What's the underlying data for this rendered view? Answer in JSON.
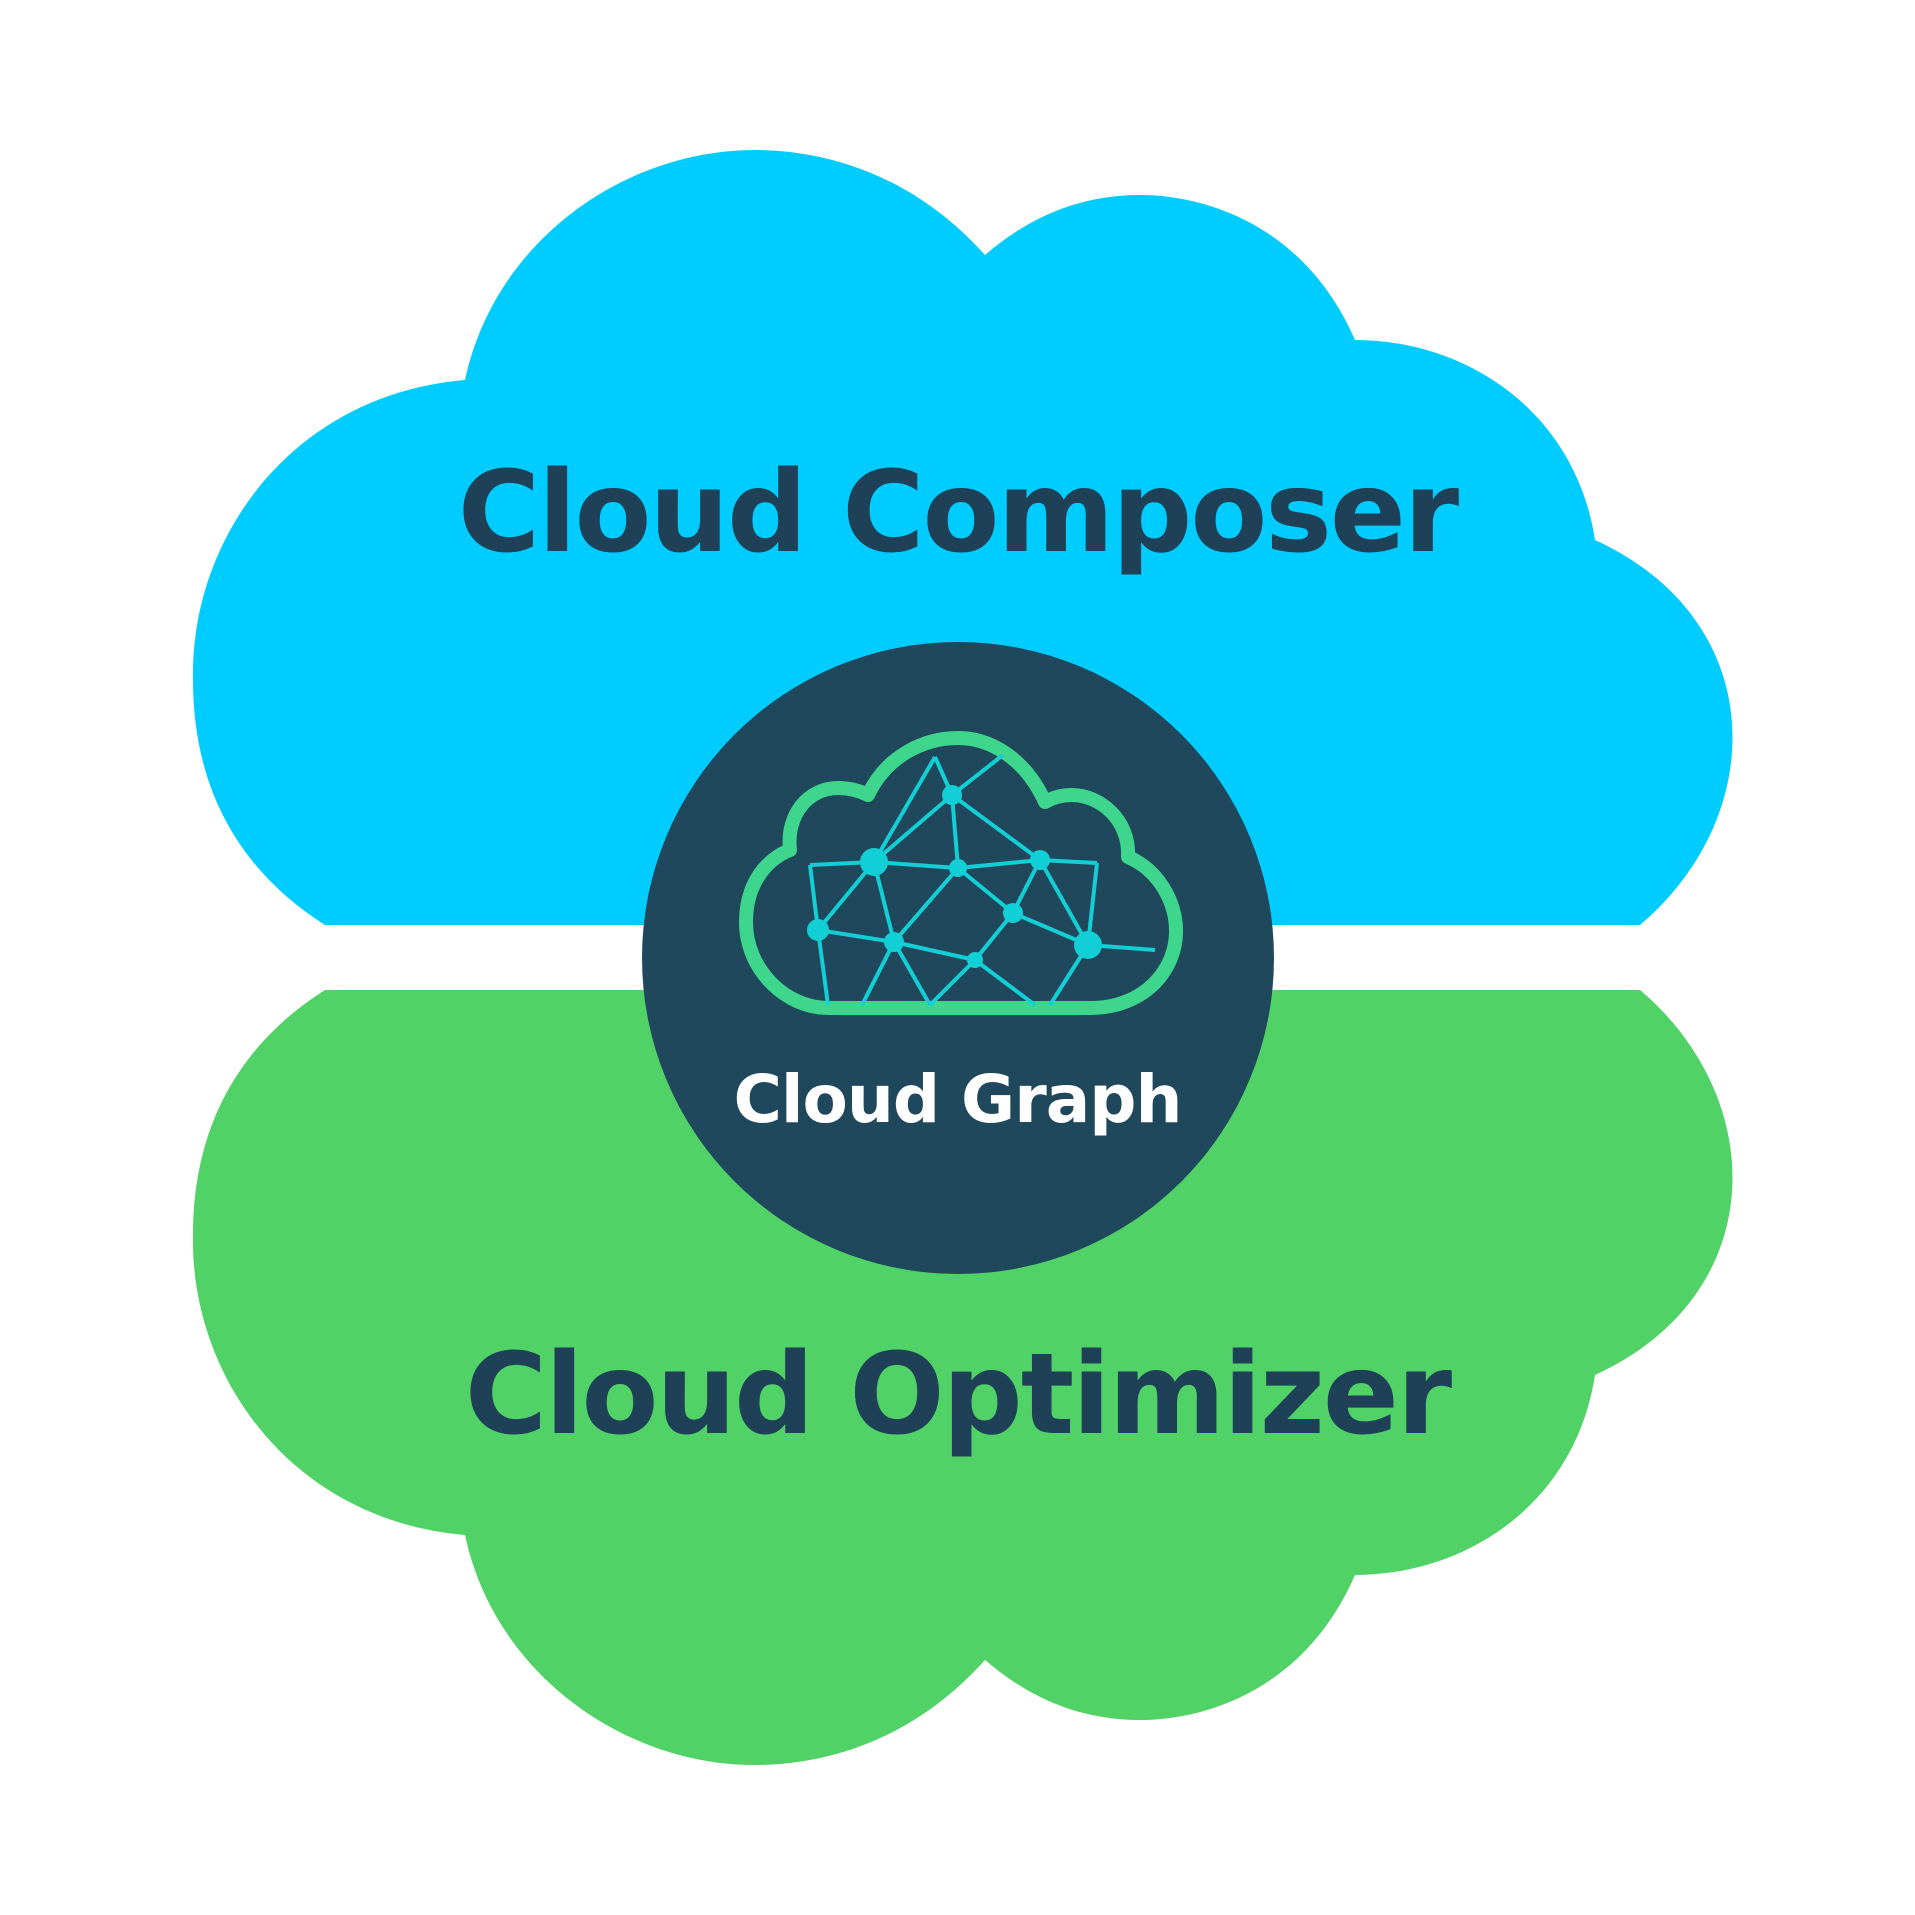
{
  "clouds": {
    "composer": {
      "label": "Cloud Composer",
      "color": "#00CCFF"
    },
    "optimizer": {
      "label": "Cloud Optimizer",
      "color": "#50D266"
    }
  },
  "center": {
    "label": "Cloud Graph",
    "circle_color": "#20485C",
    "label_color": "#FFFFFF",
    "logo_icon": "cloud-network-icon",
    "logo_outline_color": "#3DD68C",
    "logo_node_color": "#12CFD6"
  },
  "colors": {
    "outer_label": "#1F4157",
    "background": "#FFFFFF"
  }
}
